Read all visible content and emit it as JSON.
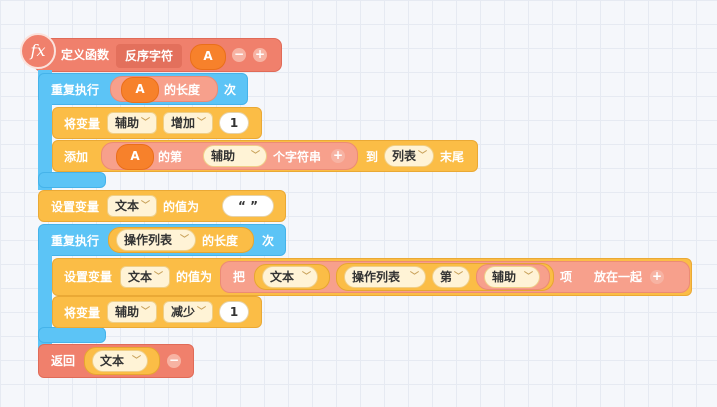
{
  "function_def": {
    "icon": "fx-icon",
    "icon_glyph": "fx",
    "label": "定义函数",
    "name": "反序字符",
    "param": "A"
  },
  "repeat1": {
    "label": "重复执行",
    "var": "A",
    "length_label": "的长度",
    "times_label": "次"
  },
  "change_var1": {
    "label": "将变量",
    "var": "辅助",
    "op": "增加",
    "value": "1"
  },
  "add_block": {
    "label": "添加",
    "var": "A",
    "of_label": "的第",
    "index_var": "辅助",
    "char_label": "个字符串",
    "to_label": "到",
    "list": "列表",
    "end_label": "末尾"
  },
  "set_var1": {
    "label": "设置变量",
    "var": "文本",
    "value_label": "的值为",
    "value": "“ ”"
  },
  "repeat2": {
    "label": "重复执行",
    "list": "操作列表",
    "length_label": "的长度",
    "times_label": "次"
  },
  "set_var2": {
    "label": "设置变量",
    "var": "文本",
    "value_label": "的值为",
    "join_label": "把",
    "join_var": "文本",
    "list": "操作列表",
    "item_label": "第",
    "index_var": "辅助",
    "item_suffix": "项",
    "together_label": "放在一起"
  },
  "change_var2": {
    "label": "将变量",
    "var": "辅助",
    "op": "减少",
    "value": "1"
  },
  "return_block": {
    "label": "返回",
    "var": "文本"
  },
  "colors": {
    "function": "#f0806c",
    "control": "#5cc4f6",
    "variable": "#fbbd46",
    "operator": "#f7a08c",
    "param": "#f7812b"
  }
}
